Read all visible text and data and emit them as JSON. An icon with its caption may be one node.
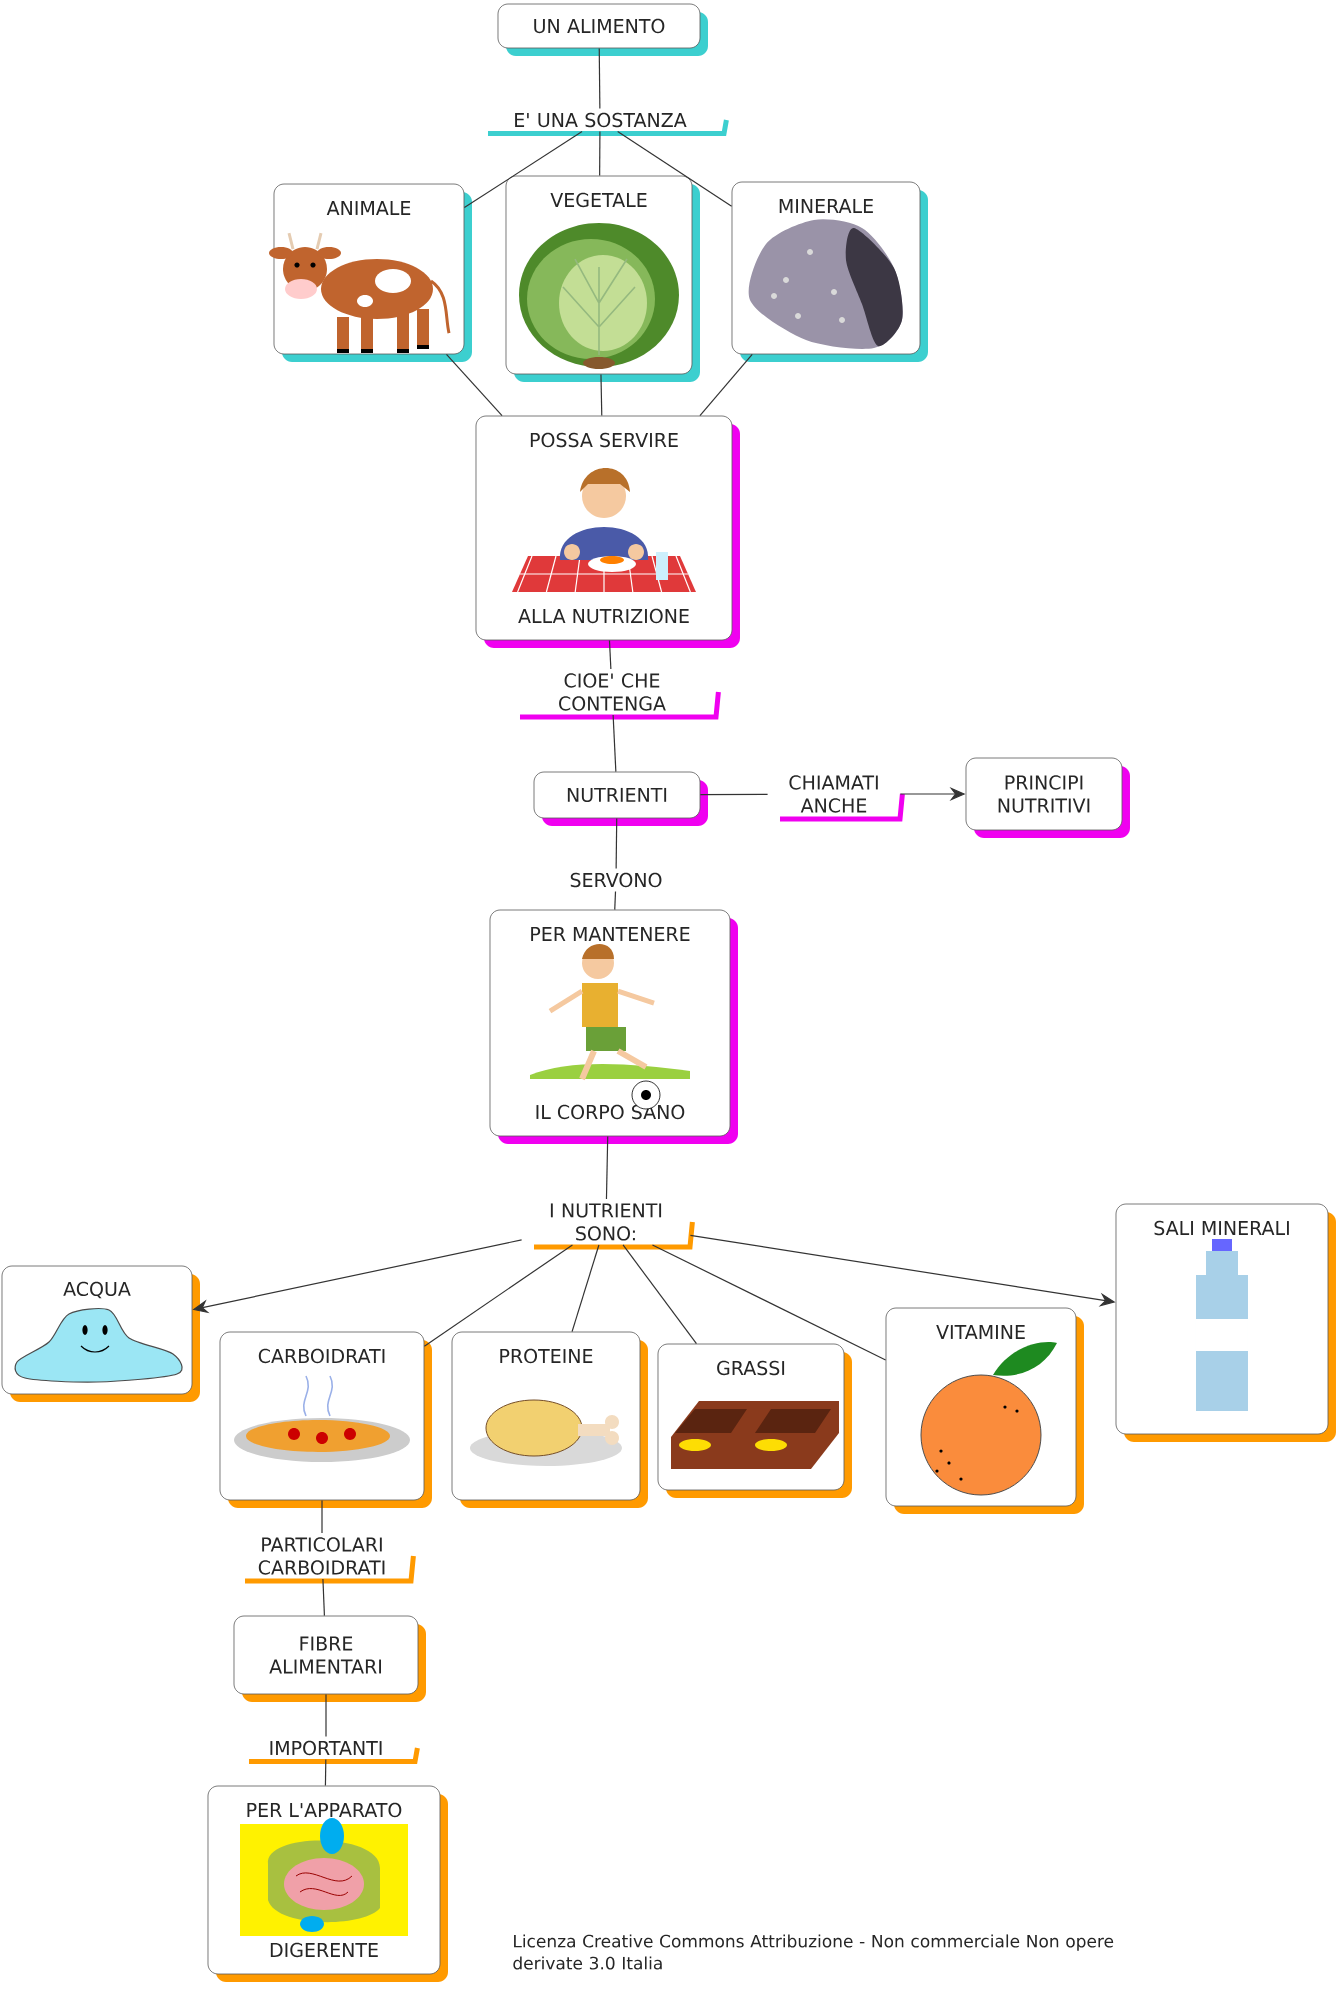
{
  "diagram": {
    "nodes": [
      {
        "text": [
          "UN ALIMENTO"
        ]
      },
      {
        "text": [
          "E' UNA SOSTANZA"
        ]
      },
      {
        "text": [
          "ANIMALE"
        ]
      },
      {
        "text": [
          "VEGETALE"
        ]
      },
      {
        "text": [
          "MINERALE"
        ]
      },
      {
        "text": [
          "POSSA SERVIRE",
          "ALLA NUTRIZIONE"
        ]
      },
      {
        "text": [
          "CIOE' CHE CONTENGA"
        ]
      },
      {
        "text": [
          "NUTRIENTI"
        ]
      },
      {
        "text": [
          "CHIAMATI ANCHE"
        ]
      },
      {
        "text": [
          "PRINCIPI NUTRITIVI"
        ]
      },
      {
        "text": [
          "SERVONO"
        ]
      },
      {
        "text": [
          "PER MANTENERE",
          "IL CORPO SANO"
        ]
      },
      {
        "text": [
          "I NUTRIENTI SONO:"
        ]
      },
      {
        "text": [
          "ACQUA"
        ]
      },
      {
        "text": [
          "CARBOIDRATI"
        ]
      },
      {
        "text": [
          "PROTEINE"
        ]
      },
      {
        "text": [
          "GRASSI"
        ]
      },
      {
        "text": [
          "VITAMINE"
        ]
      },
      {
        "text": [
          "SALI MINERALI"
        ]
      },
      {
        "text": [
          "PARTICOLARI CARBOIDRATI"
        ]
      },
      {
        "text": [
          "FIBRE ALIMENTARI"
        ]
      },
      {
        "text": [
          "IMPORTANTI"
        ]
      },
      {
        "text": [
          "PER L'APPARATO",
          "DIGERENTE"
        ]
      }
    ],
    "edges": [
      {
        "from": 0,
        "to": 1,
        "arrow": "none"
      },
      {
        "from": 1,
        "to": 2,
        "arrow": "none"
      },
      {
        "from": 1,
        "to": 3,
        "arrow": "none"
      },
      {
        "from": 1,
        "to": 4,
        "arrow": "none"
      },
      {
        "from": 2,
        "to": 5,
        "arrow": "none"
      },
      {
        "from": 3,
        "to": 5,
        "arrow": "none"
      },
      {
        "from": 4,
        "to": 5,
        "arrow": "none"
      },
      {
        "from": 5,
        "to": 6,
        "arrow": "none"
      },
      {
        "from": 6,
        "to": 7,
        "arrow": "none"
      },
      {
        "from": 7,
        "to": 8,
        "arrow": "none"
      },
      {
        "from": 8,
        "to": 9,
        "arrow": "to"
      },
      {
        "from": 7,
        "to": 10,
        "arrow": "none"
      },
      {
        "from": 10,
        "to": 11,
        "arrow": "none"
      },
      {
        "from": 11,
        "to": 12,
        "arrow": "none"
      },
      {
        "from": 12,
        "to": 13,
        "arrow": "to"
      },
      {
        "from": 12,
        "to": 14,
        "arrow": "none"
      },
      {
        "from": 12,
        "to": 15,
        "arrow": "none"
      },
      {
        "from": 12,
        "to": 16,
        "arrow": "none"
      },
      {
        "from": 12,
        "to": 17,
        "arrow": "none"
      },
      {
        "from": 12,
        "to": 18,
        "arrow": "to"
      },
      {
        "from": 14,
        "to": 19,
        "arrow": "none"
      },
      {
        "from": 19,
        "to": 20,
        "arrow": "none"
      },
      {
        "from": 20,
        "to": 21,
        "arrow": "none"
      },
      {
        "from": 21,
        "to": 22,
        "arrow": "none"
      }
    ],
    "labels": [
      "Licenza Creative Commons Attribuzione - Non commerciale Non opere derivate 3.0 Italia"
    ]
  }
}
